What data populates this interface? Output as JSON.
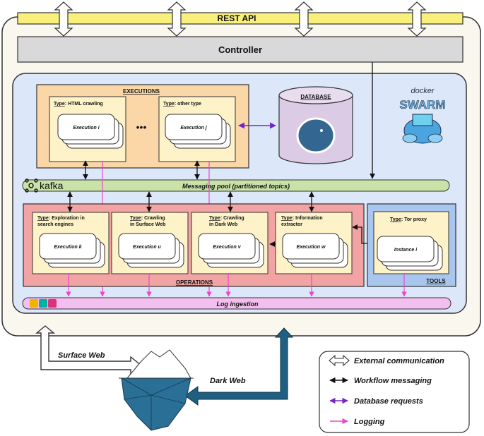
{
  "rest_api": {
    "label": "REST API"
  },
  "controller": {
    "label": "Controller"
  },
  "executions": {
    "title": "EXECUTIONS",
    "panel1": {
      "type_key": "Type",
      "type_value": ": HTML crawling",
      "card": "Execution i"
    },
    "ellipsis": "•••",
    "panel2": {
      "type_key": "Type",
      "type_value": ": other type",
      "card": "Execution j"
    }
  },
  "database": {
    "title": "DATABASE"
  },
  "docker": {
    "line1": "docker",
    "line2": "SWARM"
  },
  "kafka": {
    "brand": "kafka",
    "label": "Messaging pool (partitioned topics)"
  },
  "operations": {
    "title": "OPERATIONS",
    "panels": [
      {
        "type_key": "Type",
        "line1": ": Exploration in",
        "line2": "search engines",
        "card": "Execution k"
      },
      {
        "type_key": "Type",
        "line1": ": Crawling",
        "line2": "in Surface Web",
        "card": "Execution u"
      },
      {
        "type_key": "Type",
        "line1": ": Crawling",
        "line2": "in Dark Web",
        "card": "Execution v"
      },
      {
        "type_key": "Type",
        "line1": ": Information",
        "line2": "extractor",
        "card": "Execution w"
      }
    ]
  },
  "tools": {
    "title": "TOOLS",
    "panel": {
      "type_key": "Type",
      "type_value": ": Tor proxy",
      "card": "Instance i"
    }
  },
  "log": {
    "label": "Log ingestion"
  },
  "labels": {
    "surface_web": "Surface Web",
    "dark_web": "Dark Web"
  },
  "legend": {
    "items": [
      {
        "icon": "double-arrow-outline",
        "label": "External communication",
        "color": "#ffffff"
      },
      {
        "icon": "double-arrow",
        "label": "Workflow messaging",
        "color": "#111111"
      },
      {
        "icon": "double-arrow",
        "label": "Database requests",
        "color": "#7722cc"
      },
      {
        "icon": "arrow",
        "label": "Logging",
        "color": "#ee44cc"
      }
    ]
  },
  "colors": {
    "rest_api": "#f8f07a",
    "controller": "#d9d9d9",
    "outer": "#faf8ee",
    "inner": "#dce8fa",
    "executions": "#fbd7a8",
    "operations": "#f2a3a3",
    "tools": "#a9c7ee",
    "panel": "#fdf2c8",
    "kafka_bar": "#c8e2a8",
    "log_bar": "#f3bfee",
    "database": "#dccbe4",
    "messaging": "#111111",
    "db_requests": "#7722cc",
    "logging": "#ee44cc",
    "dark_web": "#1f5f82"
  }
}
